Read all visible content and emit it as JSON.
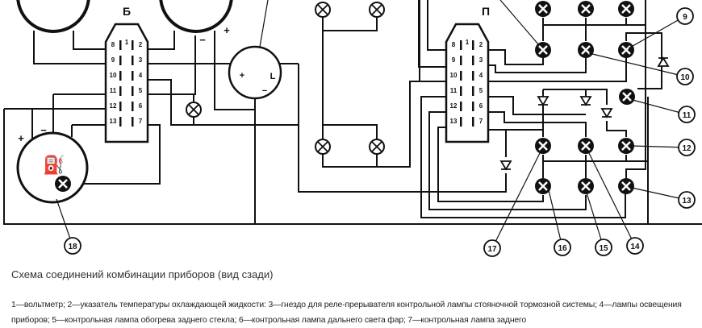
{
  "diagram": {
    "connector_b_label": "Б",
    "connector_p_label": "П",
    "pins_left": [
      "8",
      "9",
      "10",
      "11",
      "12",
      "13"
    ],
    "pins_right": [
      "2",
      "3",
      "4",
      "5",
      "6",
      "7"
    ],
    "pin_top": "1",
    "socket_labels": {
      "plus": "+",
      "minus": "−",
      "lamp": "L"
    },
    "callouts": [
      "9",
      "10",
      "11",
      "12",
      "13",
      "14",
      "15",
      "16",
      "17",
      "18"
    ]
  },
  "caption": {
    "title": "Схема соединений комбинации приборов (вид сзади)",
    "text": "1—вольтметр; 2—указатель температуры охлаждающей жидкости: 3—гнездо для реле-прерывателя контрольной лампы стояночной тормозной системы; 4—лампы освещения приборов; 5—контрольная лампа обогрева заднего стекла; 6—контрольная лампа дальнего света фар; 7—контрольная лампа заднего"
  }
}
